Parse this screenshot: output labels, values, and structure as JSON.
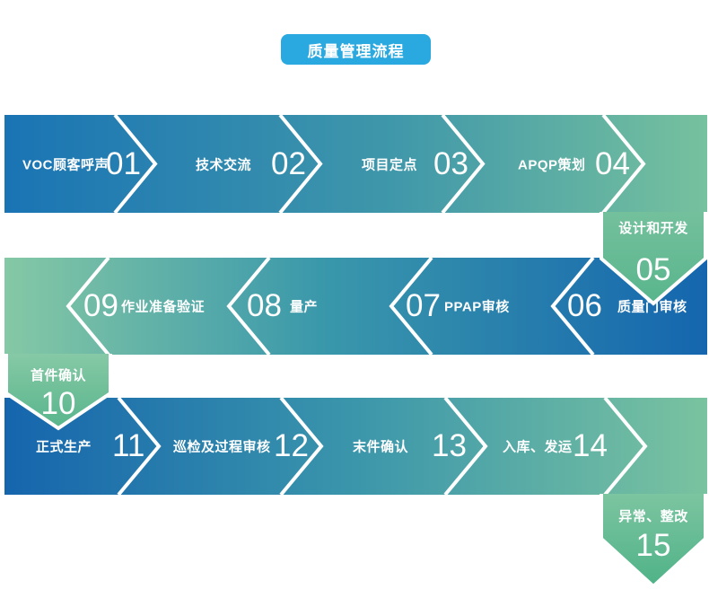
{
  "title": "质量管理流程",
  "colors": {
    "title_bg": "#29a9e0",
    "blue_deep": "#1565ad",
    "blue_mid": "#1a74b4",
    "teal_mid": "#3b96ab",
    "green": "#76c19e",
    "green_light": "#85c8a5",
    "green_dark": "#54b489",
    "separator": "#ffffff",
    "text": "#ffffff"
  },
  "rows": [
    {
      "name": "row-1",
      "direction": "right",
      "steps": [
        {
          "num": "01",
          "label": "VOC顾客呼声"
        },
        {
          "num": "02",
          "label": "技术交流"
        },
        {
          "num": "03",
          "label": "项目定点"
        },
        {
          "num": "04",
          "label": "APQP策划"
        }
      ]
    },
    {
      "name": "row-2",
      "direction": "left",
      "steps": [
        {
          "num": "06",
          "label": "质量门审核"
        },
        {
          "num": "07",
          "label": "PPAP审核"
        },
        {
          "num": "08",
          "label": "量产"
        },
        {
          "num": "09",
          "label": "作业准备验证"
        }
      ]
    },
    {
      "name": "row-3",
      "direction": "right",
      "steps": [
        {
          "num": "11",
          "label": "正式生产"
        },
        {
          "num": "12",
          "label": "巡检及过程审核"
        },
        {
          "num": "13",
          "label": "末件确认"
        },
        {
          "num": "14",
          "label": "入库、发运"
        }
      ]
    }
  ],
  "connectors": [
    {
      "num": "05",
      "label": "设计和开发",
      "side": "right"
    },
    {
      "num": "10",
      "label": "首件确认",
      "side": "left"
    },
    {
      "num": "15",
      "label": "异常、整改",
      "side": "right"
    }
  ]
}
